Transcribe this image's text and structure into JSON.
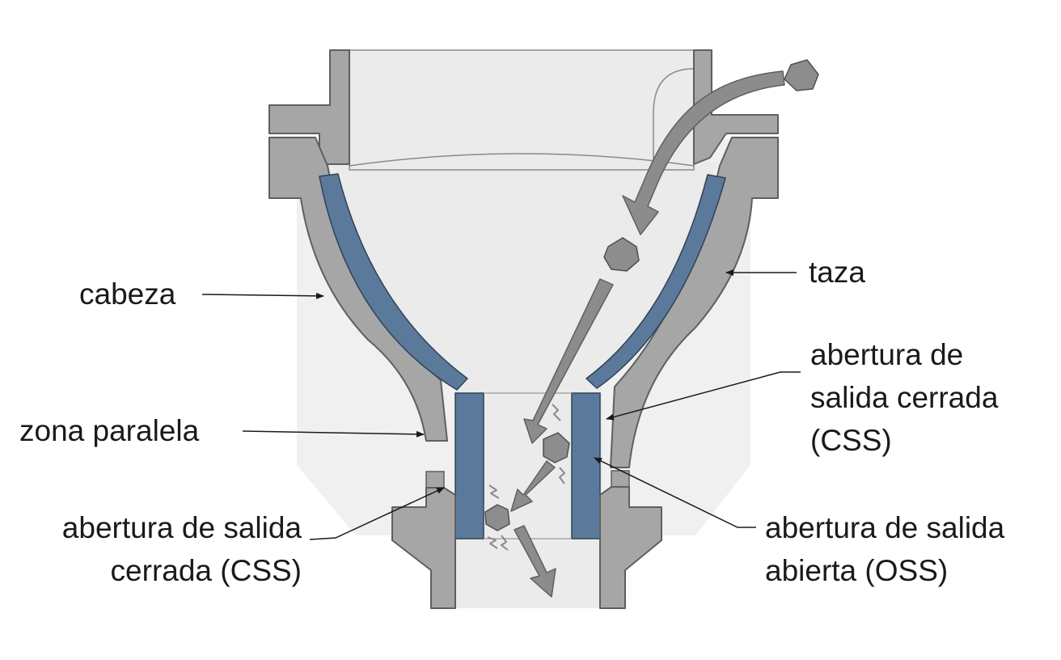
{
  "labels": {
    "cabeza": "cabeza",
    "taza": "taza",
    "zona_paralela": "zona paralela",
    "css_left": {
      "line1": "abertura de salida",
      "line2": "cerrada (CSS)"
    },
    "css_right": {
      "line1": "abertura de",
      "line2": "salida cerrada",
      "line3": "(CSS)"
    },
    "oss_right": {
      "line1": "abertura de salida",
      "line2": "abierta (OSS)"
    }
  },
  "colors": {
    "steel": "#a6a6a6",
    "outline": "#5f5f5f",
    "liner": "#5b7a9b",
    "chamber": "#ebebeb",
    "background_fill": "#f0f0f0",
    "arrow": "#8c8c8c",
    "rock": "#8d8d8d"
  }
}
